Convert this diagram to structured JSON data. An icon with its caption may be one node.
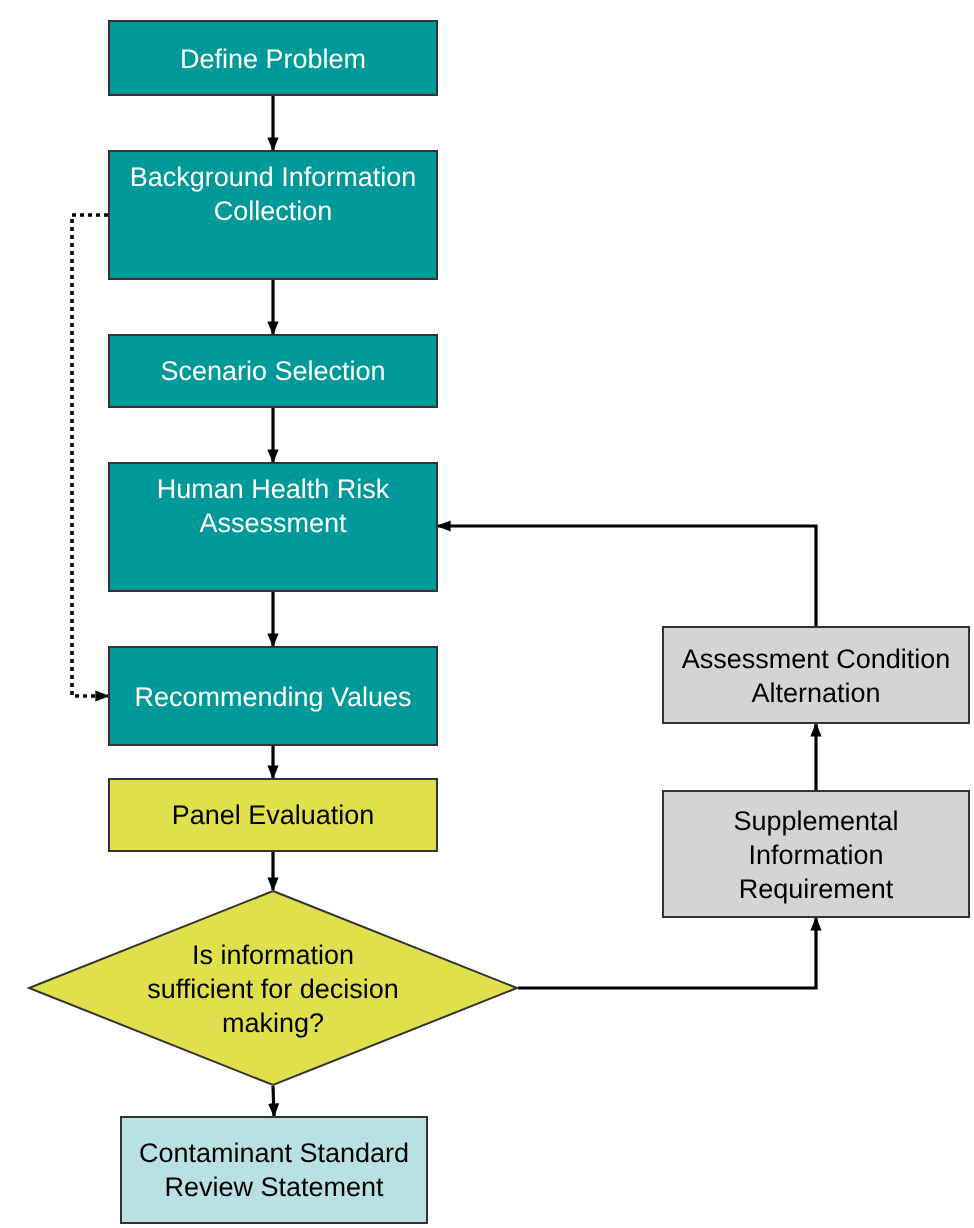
{
  "diagram": {
    "nodes": [
      {
        "text": [
          "Define Problem"
        ]
      },
      {
        "text": [
          "Background Information Collection"
        ]
      },
      {
        "text": [
          "Scenario Selection"
        ]
      },
      {
        "text": [
          "Human Health Risk Assessment"
        ]
      },
      {
        "text": [
          "Recommending Values"
        ]
      },
      {
        "text": [
          "Panel Evaluation"
        ]
      },
      {
        "text": [
          "Is information sufficient for decision making?"
        ]
      },
      {
        "text": [
          "Contaminant Standard Review Statement"
        ]
      },
      {
        "text": [
          "Supplemental Information Requirement"
        ]
      },
      {
        "text": [
          "Assessment Condition Alternation"
        ]
      }
    ],
    "edges": [
      {
        "from": 0,
        "to": 1,
        "arrow": "to"
      },
      {
        "from": 1,
        "to": 2,
        "arrow": "to"
      },
      {
        "from": 2,
        "to": 3,
        "arrow": "to"
      },
      {
        "from": 3,
        "to": 4,
        "arrow": "to"
      },
      {
        "from": 1,
        "to": 4,
        "arrow": "to",
        "style": "dashed"
      },
      {
        "from": 4,
        "to": 5,
        "arrow": "to"
      },
      {
        "from": 5,
        "to": 6,
        "arrow": "to"
      },
      {
        "from": 6,
        "to": 7,
        "arrow": "to"
      },
      {
        "from": 6,
        "to": 8,
        "arrow": "to"
      },
      {
        "from": 8,
        "to": 9,
        "arrow": "to"
      },
      {
        "from": 9,
        "to": 3,
        "arrow": "to"
      }
    ]
  }
}
